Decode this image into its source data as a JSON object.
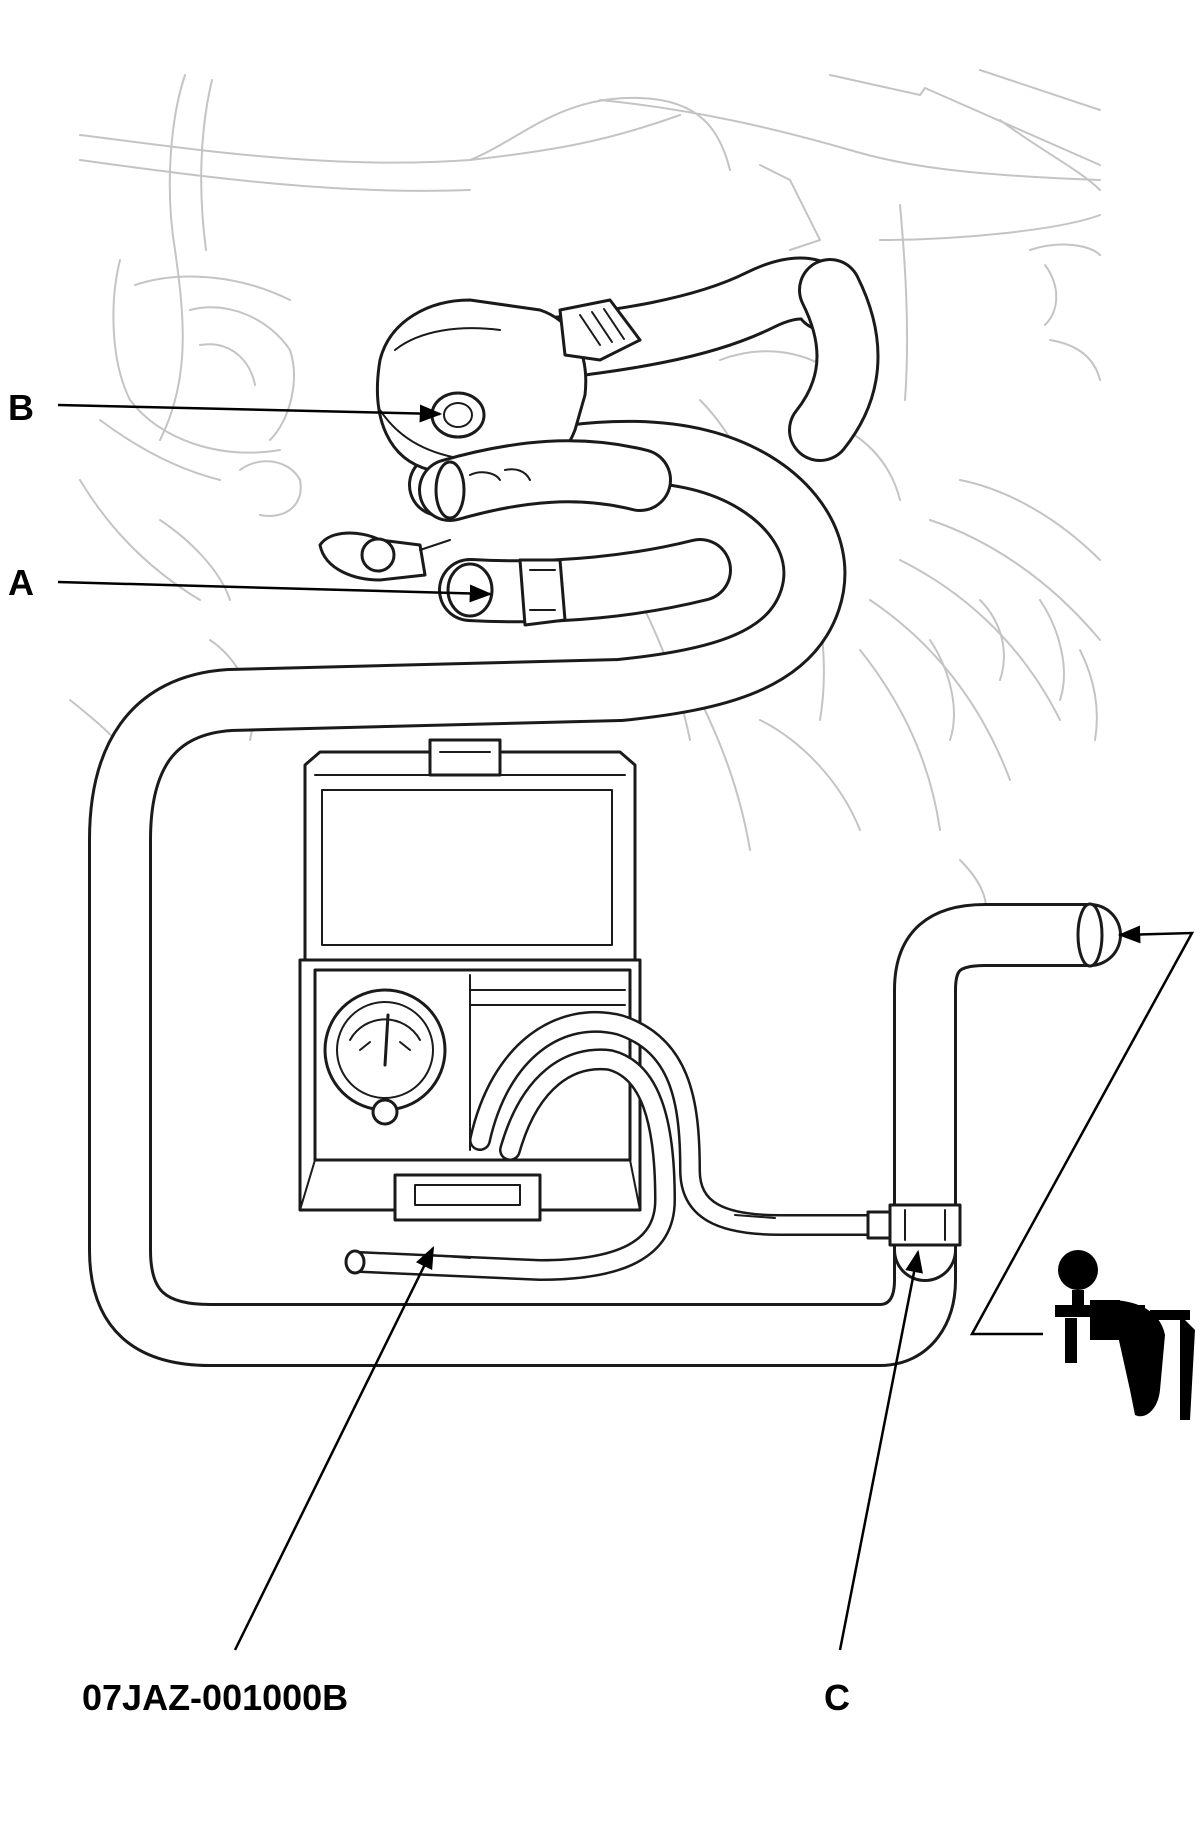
{
  "callouts": {
    "b": "B",
    "a": "A",
    "c": "C",
    "tool_number": "07JAZ-001000B"
  },
  "colors": {
    "line": "#1a1a1a",
    "background_lines": "#c4c4c4",
    "paper": "#ffffff"
  },
  "icons": {
    "vacuum_pump": "hand-vacuum-pump-icon",
    "gauge": "vacuum-gauge-icon"
  }
}
